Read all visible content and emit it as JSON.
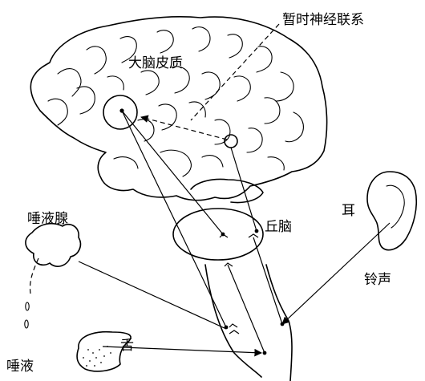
{
  "labels": {
    "temporary_connection": "暂时神经联系",
    "cortex": "大脑皮质",
    "thalamus": "丘脑",
    "salivary_gland": "唾液腺",
    "ear": "耳",
    "bell_sound": "铃声",
    "tongue": "舌",
    "saliva": "唾液"
  }
}
